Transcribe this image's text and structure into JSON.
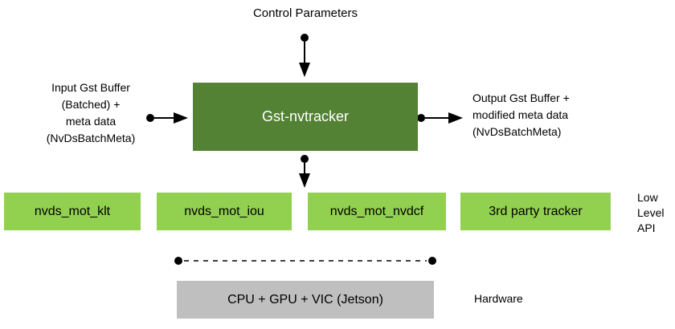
{
  "colors": {
    "main_block_green": "#548235",
    "low_level_green": "#92d050",
    "hardware_gray": "#bfbfbf",
    "connector_black": "#000000",
    "text_black": "#000000",
    "main_block_text_white": "#ffffff"
  },
  "diagram": {
    "control_parameters_label": "Control Parameters",
    "main_block": "Gst-nvtracker",
    "input_label": "Input Gst Buffer\n(Batched) +\nmeta data\n(NvDsBatchMeta)",
    "output_label": "Output Gst Buffer +\nmodified meta data\n(NvDsBatchMeta)",
    "low_level_blocks": [
      "nvds_mot_klt",
      "nvds_mot_iou",
      "nvds_mot_nvdcf",
      "3rd party tracker"
    ],
    "low_level_api_label": "Low\nLevel\nAPI",
    "hardware_block": "CPU + GPU + VIC (Jetson)",
    "hardware_label": "Hardware"
  }
}
